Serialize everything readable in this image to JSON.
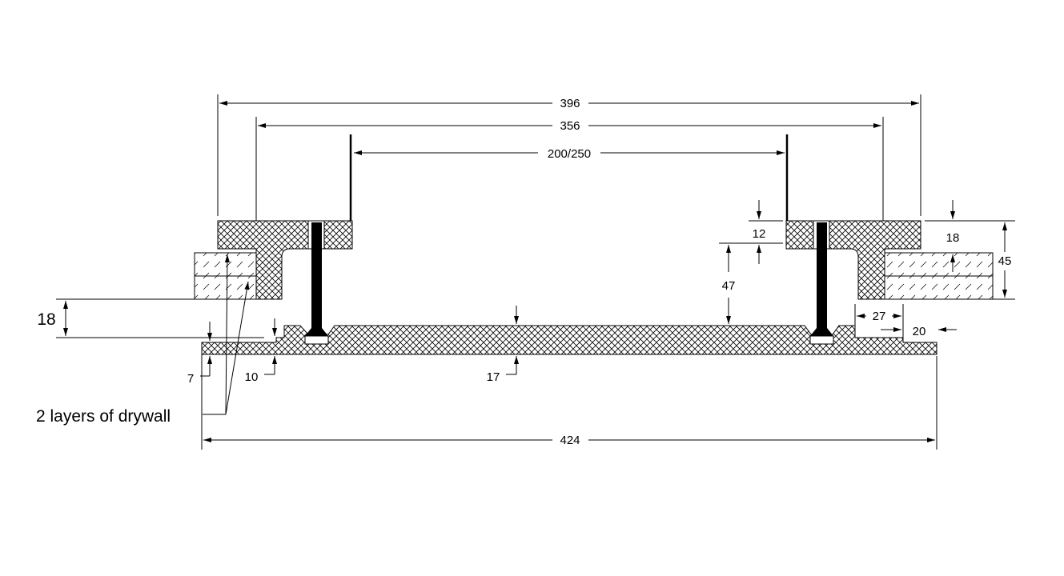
{
  "dimensions": {
    "d396": "396",
    "d356": "356",
    "d200": "200/250",
    "d424": "424",
    "d18_left": "18",
    "d18_right": "18",
    "d45": "45",
    "d47": "47",
    "d12": "12",
    "d27": "27",
    "d20": "20",
    "d7": "7",
    "d10": "10",
    "d17": "17"
  },
  "annotation": "2 layers of drywall"
}
